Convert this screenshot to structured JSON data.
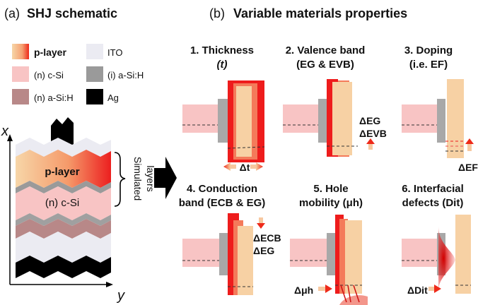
{
  "panel_a": {
    "title_prefix": "(a)",
    "title": "SHJ schematic",
    "legend": [
      {
        "label": "p-layer",
        "color": "#f25a2a"
      },
      {
        "label": "ITO",
        "color": "#ebebf2"
      },
      {
        "label": "(n) c-Si",
        "color": "#f8c4c4"
      },
      {
        "label": "(i) a-Si:H",
        "color": "#9a9a9a"
      },
      {
        "label": "(n) a-Si:H",
        "color": "#b88888"
      },
      {
        "label": "Ag",
        "color": "#000000"
      }
    ],
    "axis_x": "x",
    "axis_y": "y",
    "stack_p_label": "p-layer",
    "stack_n_label": "(n) c-Si",
    "simulated_label_1": "Simulated",
    "simulated_label_2": "layers"
  },
  "panel_b": {
    "title_prefix": "(b)",
    "title": "Variable materials properties",
    "items": [
      {
        "line1": "1. Thickness",
        "line2": "(t)",
        "delta": "Δt"
      },
      {
        "line1": "2. Valence band",
        "line2": "(EG & EVB)",
        "delta1": "ΔEG",
        "delta2": "ΔEVB"
      },
      {
        "line1": "3. Doping",
        "line2": "(i.e. EF)",
        "delta": "ΔEF"
      },
      {
        "line1": "4. Conduction",
        "line2": "band (ECB & EG)",
        "delta1": "ΔECB",
        "delta2": "ΔEG"
      },
      {
        "line1": "5. Hole",
        "line2": "mobility (μh)",
        "delta": "Δμh"
      },
      {
        "line1": "6. Interfacial",
        "line2": "defects (Dit)",
        "delta": "ΔDit"
      }
    ]
  },
  "colors": {
    "csi": "#f8c4c4",
    "isi": "#a8a8a8",
    "player": "#f7d1a4",
    "red": "#ee1c1c",
    "ito": "#ebebf2",
    "nasi": "#b88888",
    "ag": "#000000"
  }
}
